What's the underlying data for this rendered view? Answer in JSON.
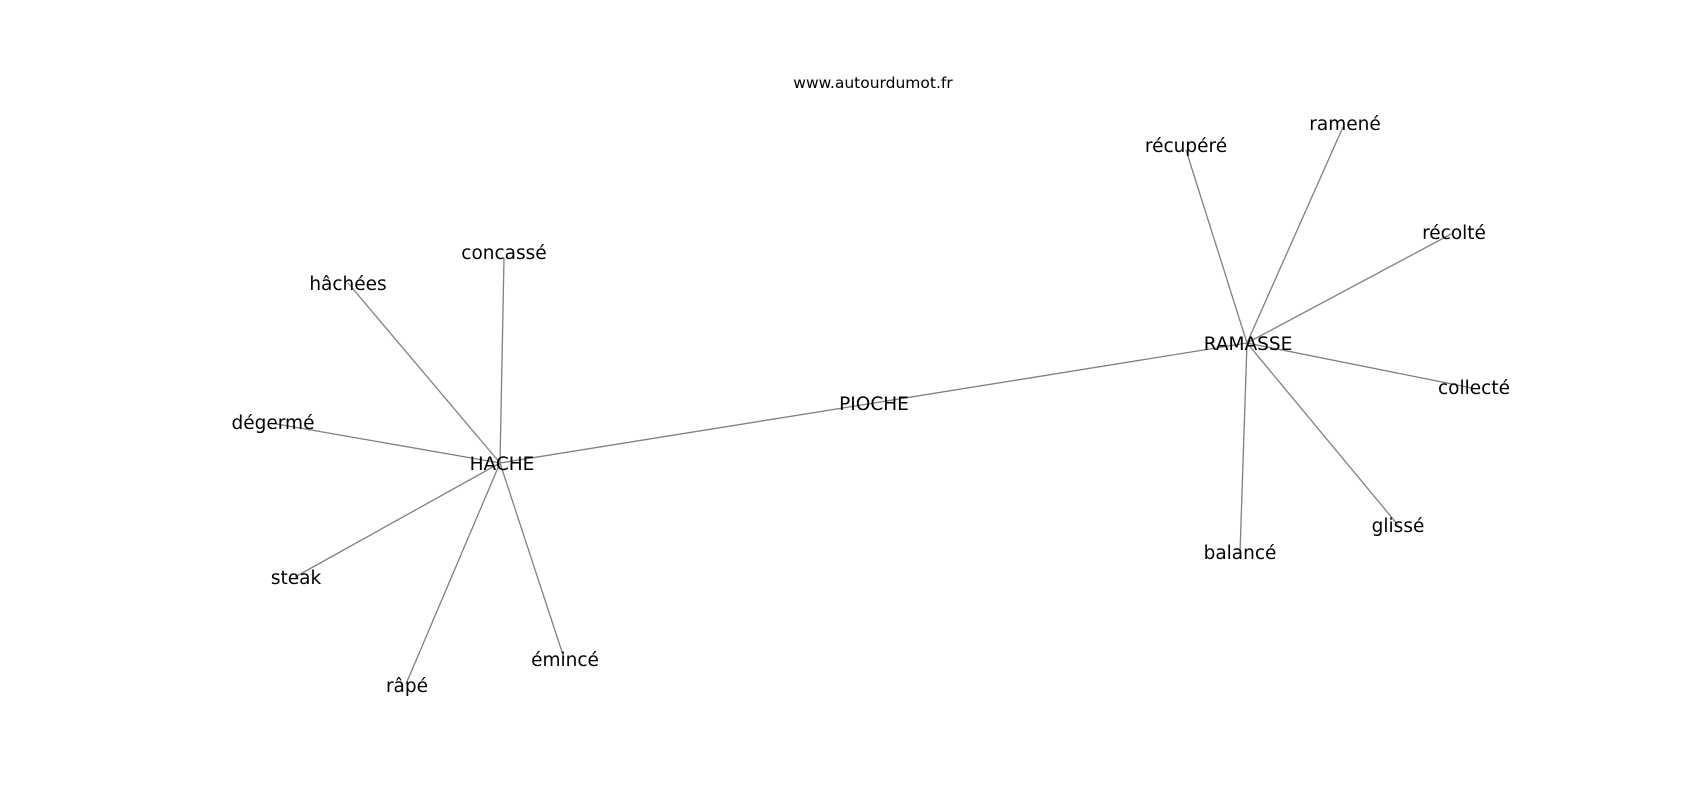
{
  "header": {
    "site": "www.autourdumot.fr"
  },
  "graph": {
    "center": "PIOCHE",
    "hubs": [
      {
        "id": "hache",
        "label": "HACHE",
        "words": [
          "concassé",
          "hâchées",
          "dégermé",
          "steak",
          "râpé",
          "émincé"
        ]
      },
      {
        "id": "ramasse",
        "label": "RAMASSE",
        "words": [
          "récupéré",
          "ramené",
          "récolté",
          "collecté",
          "glissé",
          "balancé"
        ]
      }
    ]
  },
  "colors": {
    "edge": "#808080",
    "text": "#000000",
    "background": "#ffffff"
  }
}
